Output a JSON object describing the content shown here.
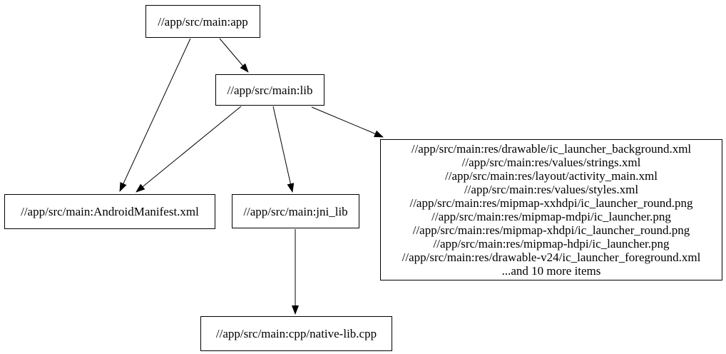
{
  "graph": {
    "background_color": "#ffffff",
    "node_border_color": "#000000",
    "text_color": "#000000",
    "nodes": {
      "app": {
        "label": "//app/src/main:app"
      },
      "lib": {
        "label": "//app/src/main:lib"
      },
      "manifest": {
        "label": "//app/src/main:AndroidManifest.xml"
      },
      "jni_lib": {
        "label": "//app/src/main:jni_lib"
      },
      "native_lib": {
        "label": "//app/src/main:cpp/native-lib.cpp"
      },
      "res_files": {
        "lines": [
          "//app/src/main:res/drawable/ic_launcher_background.xml",
          "//app/src/main:res/values/strings.xml",
          "//app/src/main:res/layout/activity_main.xml",
          "//app/src/main:res/values/styles.xml",
          "//app/src/main:res/mipmap-xxhdpi/ic_launcher_round.png",
          "//app/src/main:res/mipmap-mdpi/ic_launcher.png",
          "//app/src/main:res/mipmap-xhdpi/ic_launcher_round.png",
          "//app/src/main:res/mipmap-hdpi/ic_launcher.png",
          "//app/src/main:res/drawable-v24/ic_launcher_foreground.xml",
          "...and 10 more items"
        ]
      }
    },
    "edges": [
      {
        "from": "app",
        "to": "manifest"
      },
      {
        "from": "app",
        "to": "lib"
      },
      {
        "from": "lib",
        "to": "manifest"
      },
      {
        "from": "lib",
        "to": "jni_lib"
      },
      {
        "from": "lib",
        "to": "res_files"
      },
      {
        "from": "jni_lib",
        "to": "native_lib"
      }
    ]
  }
}
